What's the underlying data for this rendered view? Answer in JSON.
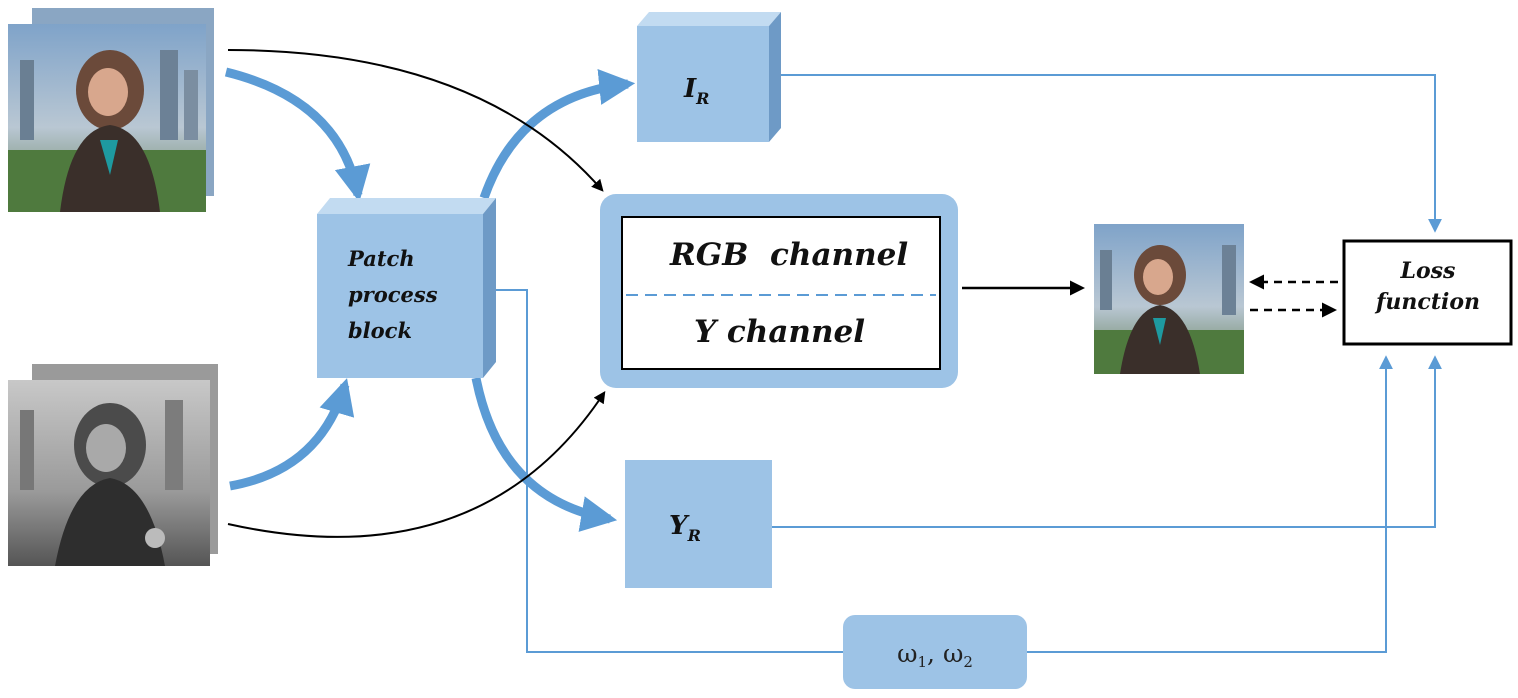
{
  "diagram": {
    "patch_block": [
      "Patch",
      "process",
      "block"
    ],
    "ir": {
      "base": "I",
      "sub": "R"
    },
    "yr": {
      "base": "Y",
      "sub": "R"
    },
    "rgb_label": "RGB  channel",
    "y_label": "Y channel",
    "loss": [
      "Loss",
      "function"
    ],
    "weights": {
      "w1": "ω",
      "s1": "1",
      "sep": ", ω",
      "s2": "2"
    }
  },
  "colors": {
    "box": "#9dc3e6",
    "box_side": "#6e9ac6",
    "box_top": "#c2dbf1",
    "line": "#5b9bd5",
    "arrow_black": "#000000"
  }
}
